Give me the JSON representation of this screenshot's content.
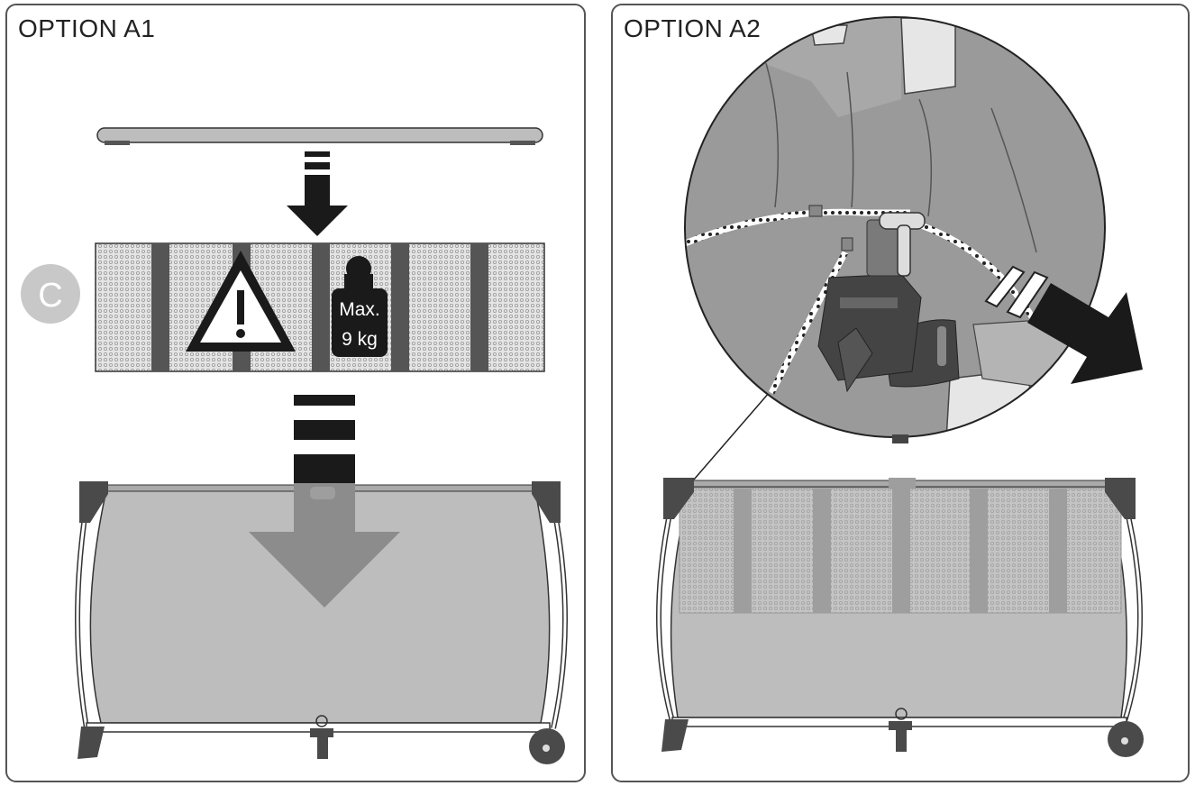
{
  "panels": {
    "a1": {
      "title": "OPTION A1",
      "step_letter": "C",
      "weight_label_line1": "Max.",
      "weight_label_line2": "9 kg"
    },
    "a2": {
      "title": "OPTION A2"
    }
  },
  "colors": {
    "frame_dark": "#4a4a4a",
    "fabric_gray": "#bdbdbd",
    "mesh_gray": "#d0d0d0",
    "arrow_black": "#1a1a1a",
    "arrow_gray": "#8c8c8c",
    "badge_gray": "#c8c8c8",
    "zoom_fabric": "#9a9a9a"
  },
  "icons": [
    "warning-triangle-icon",
    "weight-icon",
    "step-c-badge-icon",
    "down-arrow-icon",
    "pull-arrow-icon"
  ]
}
